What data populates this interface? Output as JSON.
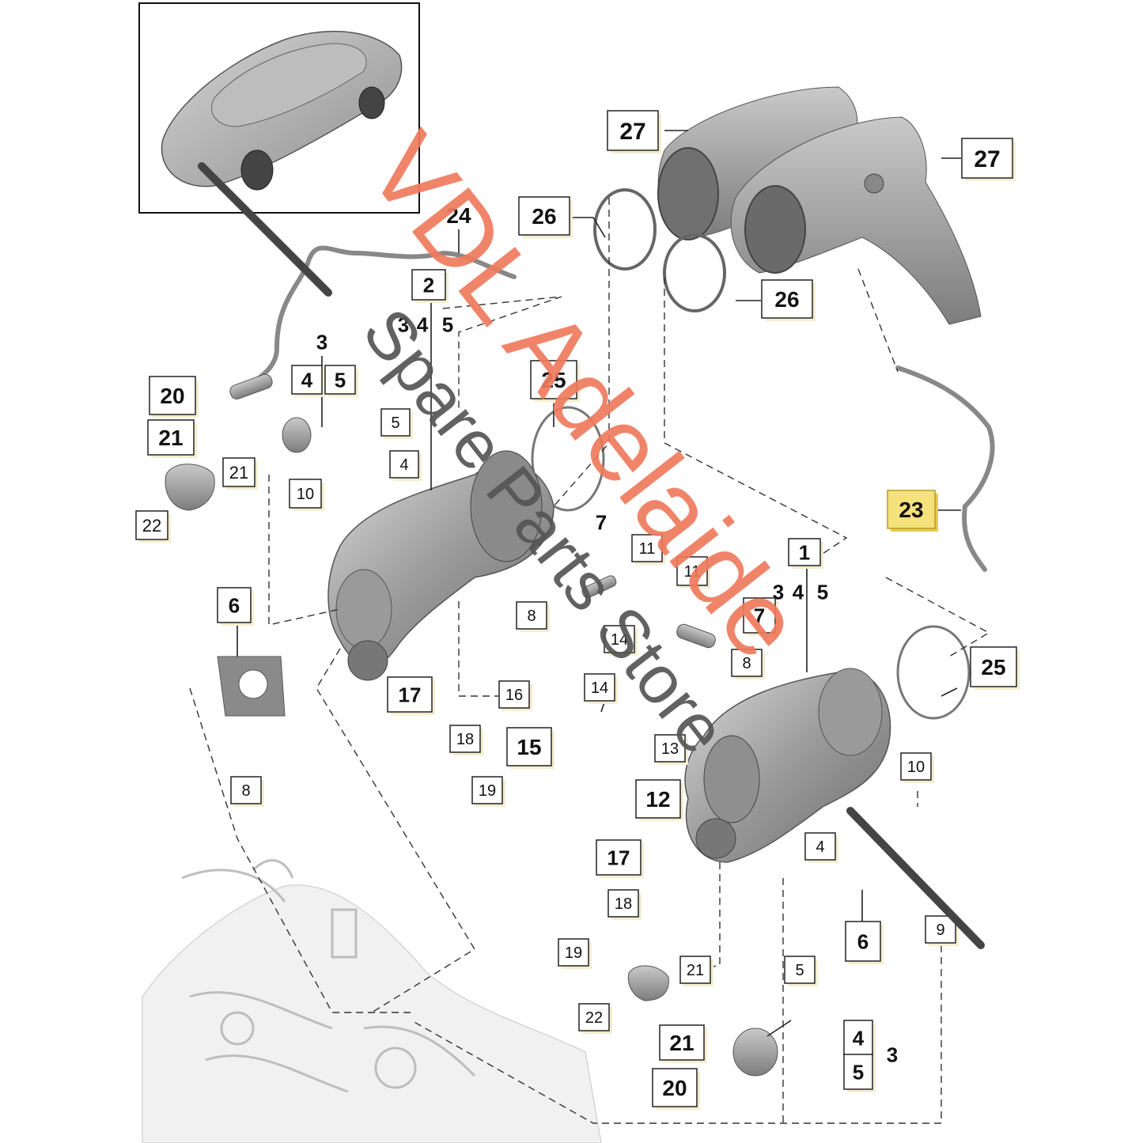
{
  "watermark": {
    "brand": "VDL Adelaide",
    "sub": "Spare Parts Store",
    "brand_color": "#ef7a5d",
    "sub_color": "#555555"
  },
  "highlight_color": "#f5e27a",
  "callouts": [
    {
      "label": "27",
      "plain": false
    },
    {
      "label": "27",
      "plain": false
    },
    {
      "label": "26",
      "plain": false
    },
    {
      "label": "26",
      "plain": false
    },
    {
      "label": "24",
      "plain": true
    },
    {
      "label": "2",
      "plain": false
    },
    {
      "label": "3",
      "plain": true
    },
    {
      "label": "4",
      "plain": true
    },
    {
      "label": "5",
      "plain": true
    },
    {
      "label": "3",
      "plain": true
    },
    {
      "label": "4",
      "plain": false
    },
    {
      "label": "5",
      "plain": false
    },
    {
      "label": "20",
      "plain": false
    },
    {
      "label": "21",
      "plain": false
    },
    {
      "label": "21",
      "plain": false
    },
    {
      "label": "22",
      "plain": false
    },
    {
      "label": "5",
      "plain": false
    },
    {
      "label": "4",
      "plain": false
    },
    {
      "label": "10",
      "plain": false
    },
    {
      "label": "25",
      "plain": false
    },
    {
      "label": "7",
      "plain": true
    },
    {
      "label": "11",
      "plain": false
    },
    {
      "label": "23",
      "plain": false,
      "highlight": true
    },
    {
      "label": "1",
      "plain": false
    },
    {
      "label": "11",
      "plain": false
    },
    {
      "label": "3",
      "plain": true
    },
    {
      "label": "4",
      "plain": true
    },
    {
      "label": "5",
      "plain": true
    },
    {
      "label": "6",
      "plain": false
    },
    {
      "label": "8",
      "plain": false
    },
    {
      "label": "14",
      "plain": false
    },
    {
      "label": "7",
      "plain": false
    },
    {
      "label": "8",
      "plain": false
    },
    {
      "label": "25",
      "plain": false
    },
    {
      "label": "17",
      "plain": false
    },
    {
      "label": "16",
      "plain": false
    },
    {
      "label": "14",
      "plain": false
    },
    {
      "label": "15",
      "plain": false
    },
    {
      "label": "18",
      "plain": false
    },
    {
      "label": "19",
      "plain": false
    },
    {
      "label": "13",
      "plain": false
    },
    {
      "label": "12",
      "plain": false
    },
    {
      "label": "10",
      "plain": false
    },
    {
      "label": "8",
      "plain": false
    },
    {
      "label": "4",
      "plain": false
    },
    {
      "label": "17",
      "plain": false
    },
    {
      "label": "18",
      "plain": false
    },
    {
      "label": "19",
      "plain": false
    },
    {
      "label": "6",
      "plain": false
    },
    {
      "label": "9",
      "plain": false
    },
    {
      "label": "21",
      "plain": false
    },
    {
      "label": "22",
      "plain": false
    },
    {
      "label": "5",
      "plain": false
    },
    {
      "label": "4",
      "plain": false
    },
    {
      "label": "3",
      "plain": true
    },
    {
      "label": "5",
      "plain": false
    },
    {
      "label": "21",
      "plain": false
    },
    {
      "label": "20",
      "plain": false
    }
  ]
}
